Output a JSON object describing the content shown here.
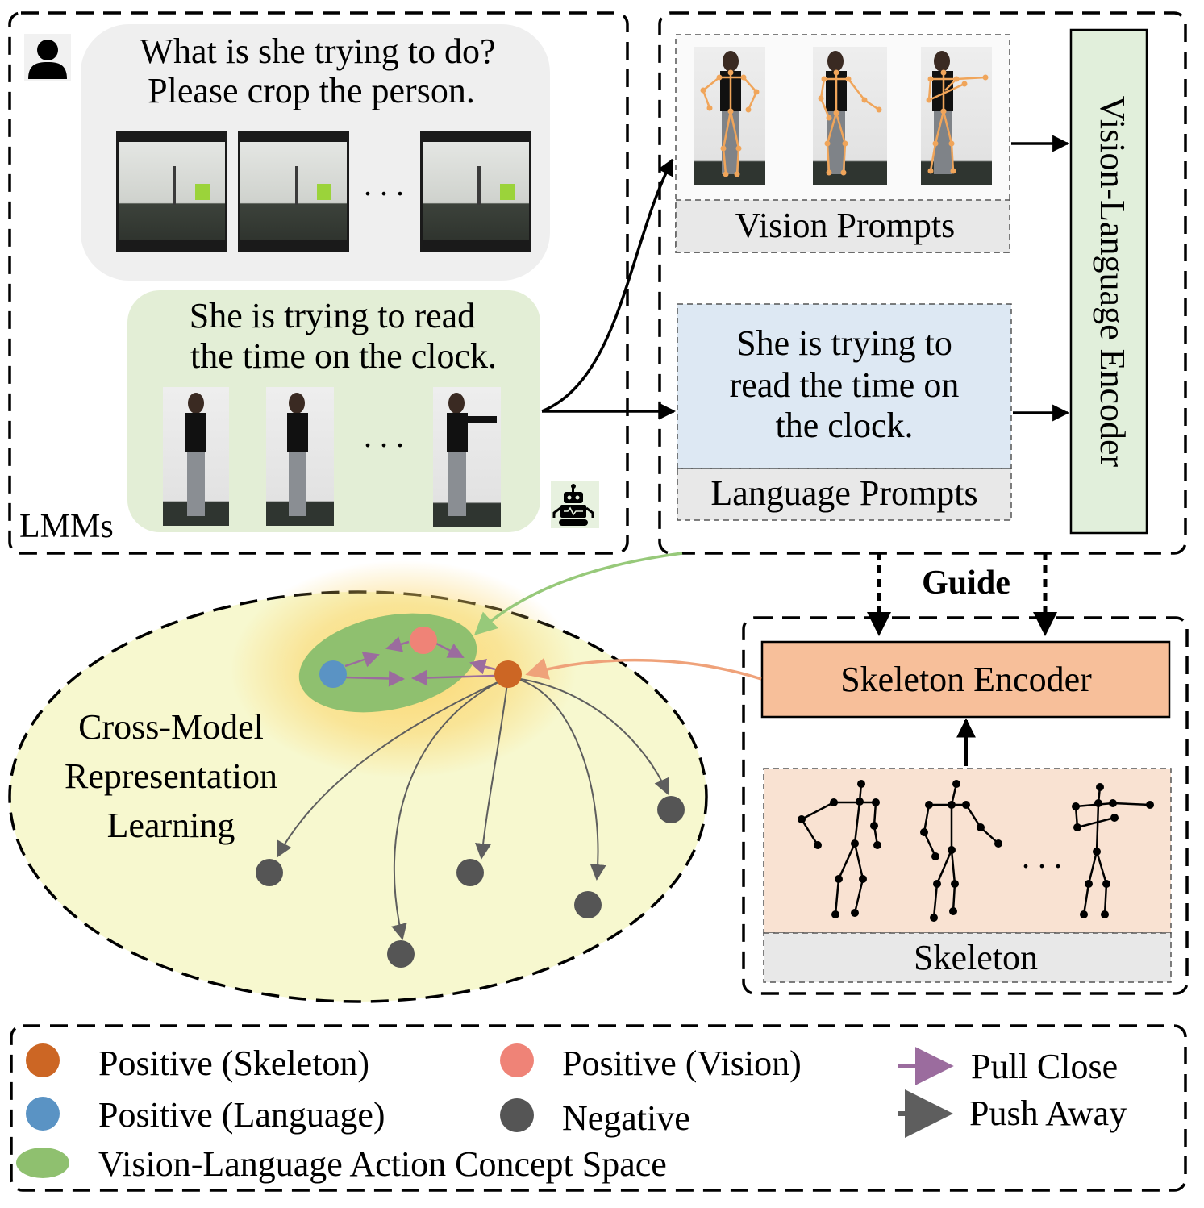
{
  "colors": {
    "user_bubble": "#efefef",
    "assistant_bubble": "#e3eed6",
    "language_prompt_box": "#dde8f3",
    "label_strip": "#e8e8e8",
    "vl_encoder": "#e1efdb",
    "skeleton_encoder": "#f7bf9a",
    "skeleton_panel": "#f9e2d2",
    "representation_space": "#f7f8cf",
    "concept_space": "#8fc06f",
    "glow": "#fbd56a",
    "positive_skeleton": "#cc6624",
    "positive_vision": "#ef8377",
    "positive_language": "#5a93c4",
    "negative": "#555555",
    "pull_arrow": "#9b6c9e",
    "push_arrow": "#5e5e5e",
    "green_arrow": "#97c97a",
    "orange_arrow": "#efa27a",
    "pose_lines": "#f0a55a"
  },
  "lmm": {
    "label": "LMMs",
    "user_icon": "person-icon",
    "robot_icon": "robot-icon",
    "question_line1": "What is she trying to do?",
    "question_line2": "Please crop the person.",
    "answer_line1": "She is trying to read",
    "answer_line2": "the time on the clock.",
    "frames_ellipsis": ". . .",
    "crops_ellipsis": ". . ."
  },
  "prompts": {
    "vision_label": "Vision Prompts",
    "language_line1": "She is trying to",
    "language_line2": "read the time on",
    "language_line3": "the clock.",
    "language_label": "Language Prompts",
    "encoder_label": "Vision-Language Encoder"
  },
  "guide_label": "Guide",
  "skeleton": {
    "encoder_label": "Skeleton Encoder",
    "panel_label": "Skeleton",
    "ellipsis": ". . ."
  },
  "space": {
    "line1": "Cross-Model",
    "line2": "Representation",
    "line3": "Learning"
  },
  "legend": {
    "positive_skeleton": "Positive (Skeleton)",
    "positive_vision": "Positive (Vision)",
    "positive_language": "Positive (Language)",
    "negative": "Negative",
    "pull_close": "Pull Close",
    "push_away": "Push Away",
    "concept_space": "Vision-Language Action Concept Space"
  }
}
